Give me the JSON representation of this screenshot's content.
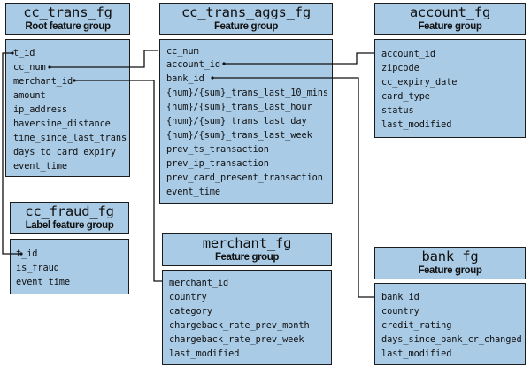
{
  "colors": {
    "box_fill": "#a9cbe6",
    "border": "#1c1c1c",
    "connector": "#111111"
  },
  "groups": {
    "cc_trans_fg": {
      "name": "cc_trans_fg",
      "subtitle": "Root feature group",
      "fields": [
        "t_id",
        "cc_num",
        "merchant_id",
        "amount",
        "ip_address",
        "haversine_distance",
        "time_since_last_trans",
        "days_to_card_expiry",
        "event_time"
      ]
    },
    "cc_trans_aggs_fg": {
      "name": "cc_trans_aggs_fg",
      "subtitle": "Feature group",
      "fields": [
        "cc_num",
        "account_id",
        "bank_id",
        "{num}/{sum}_trans_last_10_mins",
        "{num}/{sum}_trans_last_hour",
        "{num}/{sum}_trans_last_day",
        "{num}/{sum}_trans_last_week",
        "prev_ts_transaction",
        "prev_ip_transaction",
        "prev_card_present_transaction",
        "event_time"
      ]
    },
    "account_fg": {
      "name": "account_fg",
      "subtitle": "Feature group",
      "fields": [
        "account_id",
        "zipcode",
        "cc_expiry_date",
        "card_type",
        "status",
        "last_modified"
      ]
    },
    "cc_fraud_fg": {
      "name": "cc_fraud_fg",
      "subtitle": "Label feature group",
      "fields": [
        "t_id",
        "is_fraud",
        "event_time"
      ]
    },
    "merchant_fg": {
      "name": "merchant_fg",
      "subtitle": "Feature group",
      "fields": [
        "merchant_id",
        "country",
        "category",
        "chargeback_rate_prev_month",
        "chargeback_rate_prev_week",
        "last_modified"
      ]
    },
    "bank_fg": {
      "name": "bank_fg",
      "subtitle": "Feature group",
      "fields": [
        "bank_id",
        "country",
        "credit_rating",
        "days_since_bank_cr_changed",
        "last_modified"
      ]
    }
  },
  "links": [
    {
      "from": "cc_trans_fg.t_id",
      "to": "cc_fraud_fg.t_id"
    },
    {
      "from": "cc_trans_fg.cc_num",
      "to": "cc_trans_aggs_fg.cc_num"
    },
    {
      "from": "cc_trans_fg.merchant_id",
      "to": "merchant_fg.merchant_id"
    },
    {
      "from": "cc_trans_aggs_fg.account_id",
      "to": "account_fg.account_id"
    },
    {
      "from": "cc_trans_aggs_fg.bank_id",
      "to": "bank_fg.bank_id"
    }
  ]
}
